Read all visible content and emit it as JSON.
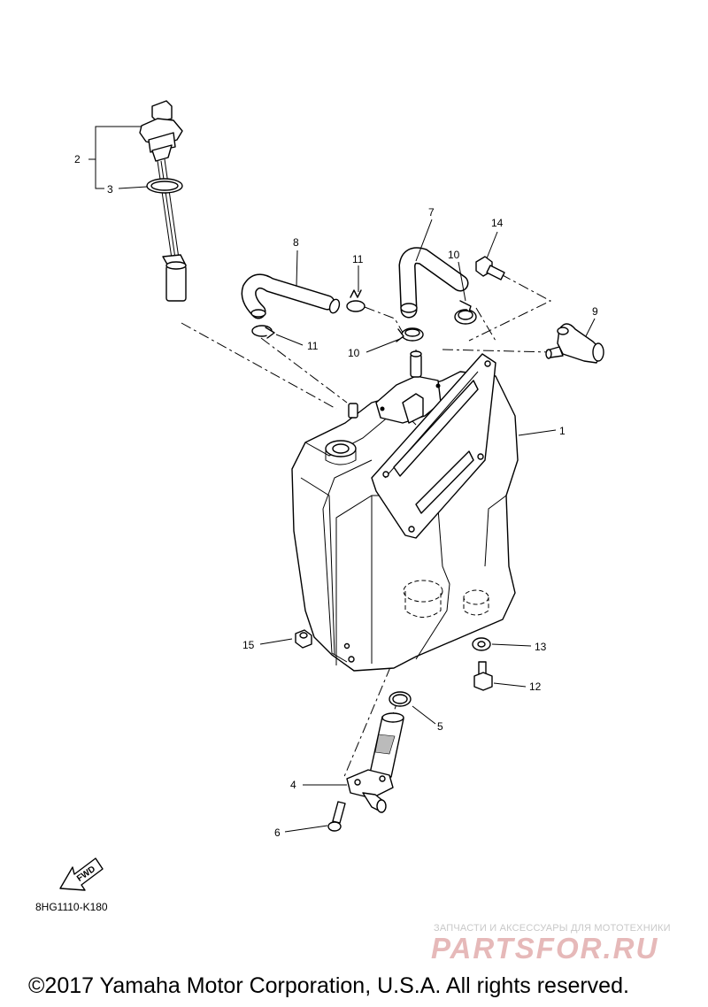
{
  "callouts": {
    "c1": "1",
    "c2": "2",
    "c3": "3",
    "c4": "4",
    "c5": "5",
    "c6": "6",
    "c7": "7",
    "c8": "8",
    "c9": "9",
    "c10a": "10",
    "c10b": "10",
    "c11a": "11",
    "c11b": "11",
    "c12": "12",
    "c13": "13",
    "c14": "14",
    "c15": "15"
  },
  "fwd_label": "FWD",
  "diagram_code": "8HG1110-K180",
  "watermark": {
    "tagline": "ЗАПЧАСТИ И АКСЕССУАРЫ ДЛЯ МОТОТЕХНИКИ",
    "logo_text": "PARTSFOR.RU"
  },
  "copyright": "©2017 Yamaha Motor Corporation, U.S.A. All rights reserved."
}
